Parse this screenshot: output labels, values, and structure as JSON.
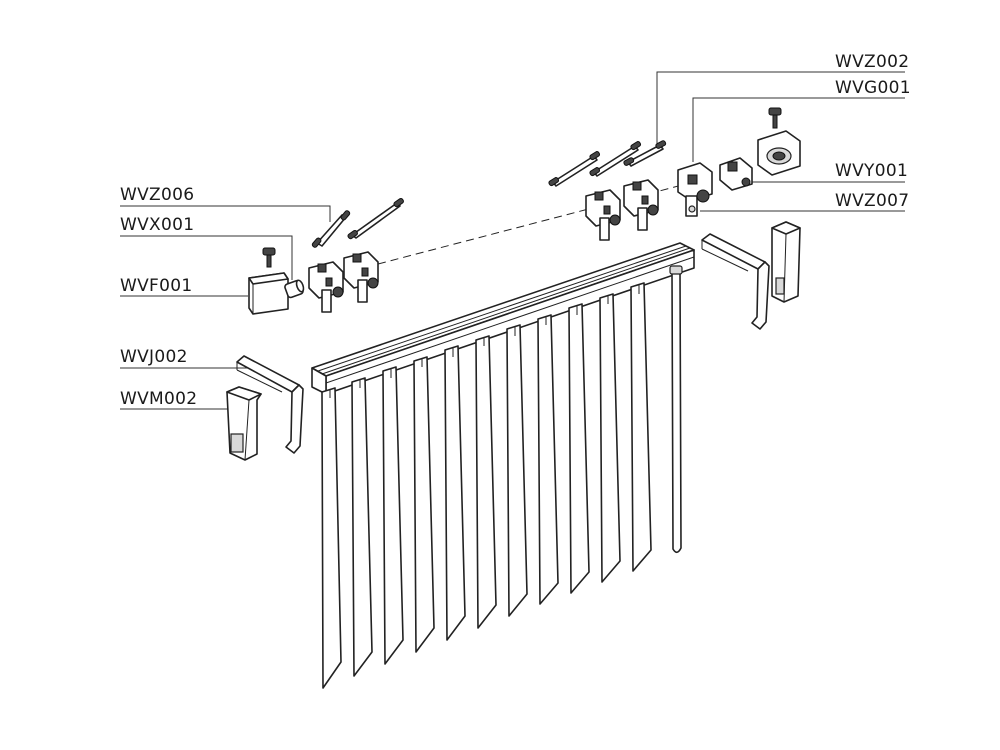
{
  "labels": {
    "wvz006": "WVZ006",
    "wvx001": "WVX001",
    "wvf001": "WVF001",
    "wvj002": "WVJ002",
    "wvm002": "WVM002",
    "wvz002": "WVZ002",
    "wvg001": "WVG001",
    "wvy001": "WVY001",
    "wvz007": "WVZ007"
  },
  "colors": {
    "line": "#222222",
    "background": "#ffffff"
  }
}
